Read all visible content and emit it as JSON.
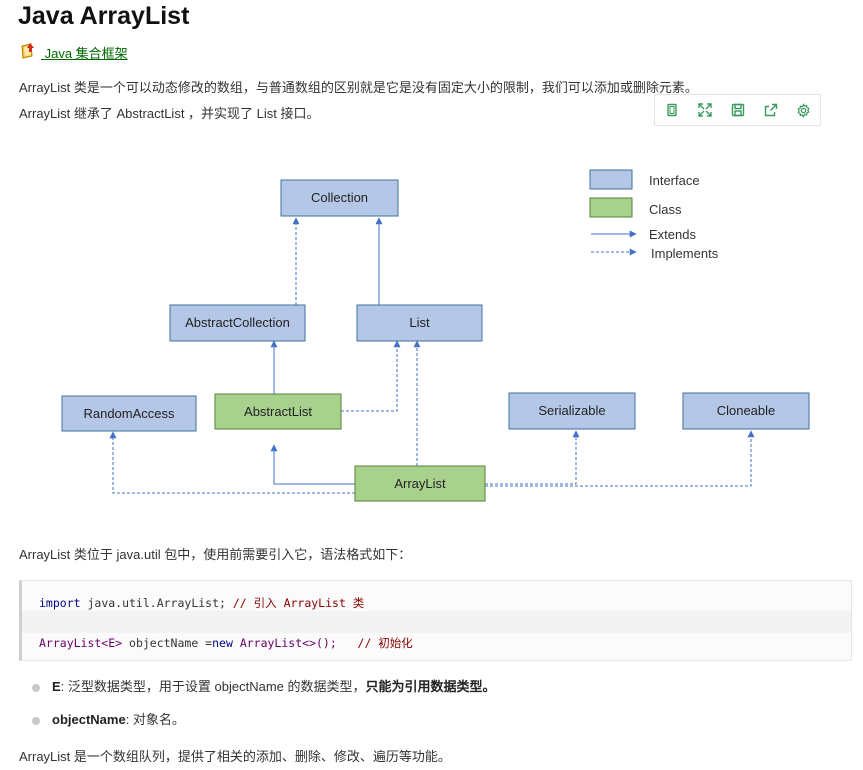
{
  "title": "Java ArrayList",
  "link_text": " Java 集合框架",
  "intro": [
    "ArrayList 类是一个可以动态修改的数组，与普通数组的区别就是它是没有固定大小的限制，我们可以添加或删除元素。",
    "ArrayList 继承了 AbstractList ，并实现了 List 接口。"
  ],
  "toolbar": [
    "copy-icon",
    "fullscreen-icon",
    "save-icon",
    "share-icon",
    "settings-icon"
  ],
  "diagram": {
    "nodes": {
      "collection": "Collection",
      "abstract_collection": "AbstractCollection",
      "list": "List",
      "random_access": "RandomAccess",
      "abstract_list": "AbstractList",
      "serializable": "Serializable",
      "cloneable": "Cloneable",
      "array_list": "ArrayList"
    },
    "legend": {
      "interface": "Interface",
      "class": "Class",
      "extends": "Extends",
      "implements": "Implements"
    },
    "colors": {
      "interface_fill": "#b4c7e7",
      "interface_border": "#41719c",
      "class_fill": "#a9d18e",
      "class_border": "#548235",
      "arrow": "#4472c4"
    }
  },
  "import_intro": "ArrayList 类位于 java.util 包中，使用前需要引入它，语法格式如下：",
  "code": {
    "line1_keyword": "import",
    "line1_path": " java.util.ArrayList; ",
    "line1_comment": "// 引入 ArrayList 类",
    "line2_type": "ArrayList<E>",
    "line2_rest": " objectName =",
    "line2_new": "new",
    "line2_ctor": " ArrayList<>();",
    "line2_spacing": "   ",
    "line2_comment": "// 初始化"
  },
  "bullets": [
    {
      "term": "E",
      "text": ": 泛型数据类型，用于设置 objectName 的数据类型，",
      "bold": "只能为引用数据类型。"
    },
    {
      "term": "objectName",
      "text": ": 对象名。",
      "bold": ""
    }
  ],
  "footer": "ArrayList 是一个数组队列，提供了相关的添加、删除、修改、遍历等功能。"
}
